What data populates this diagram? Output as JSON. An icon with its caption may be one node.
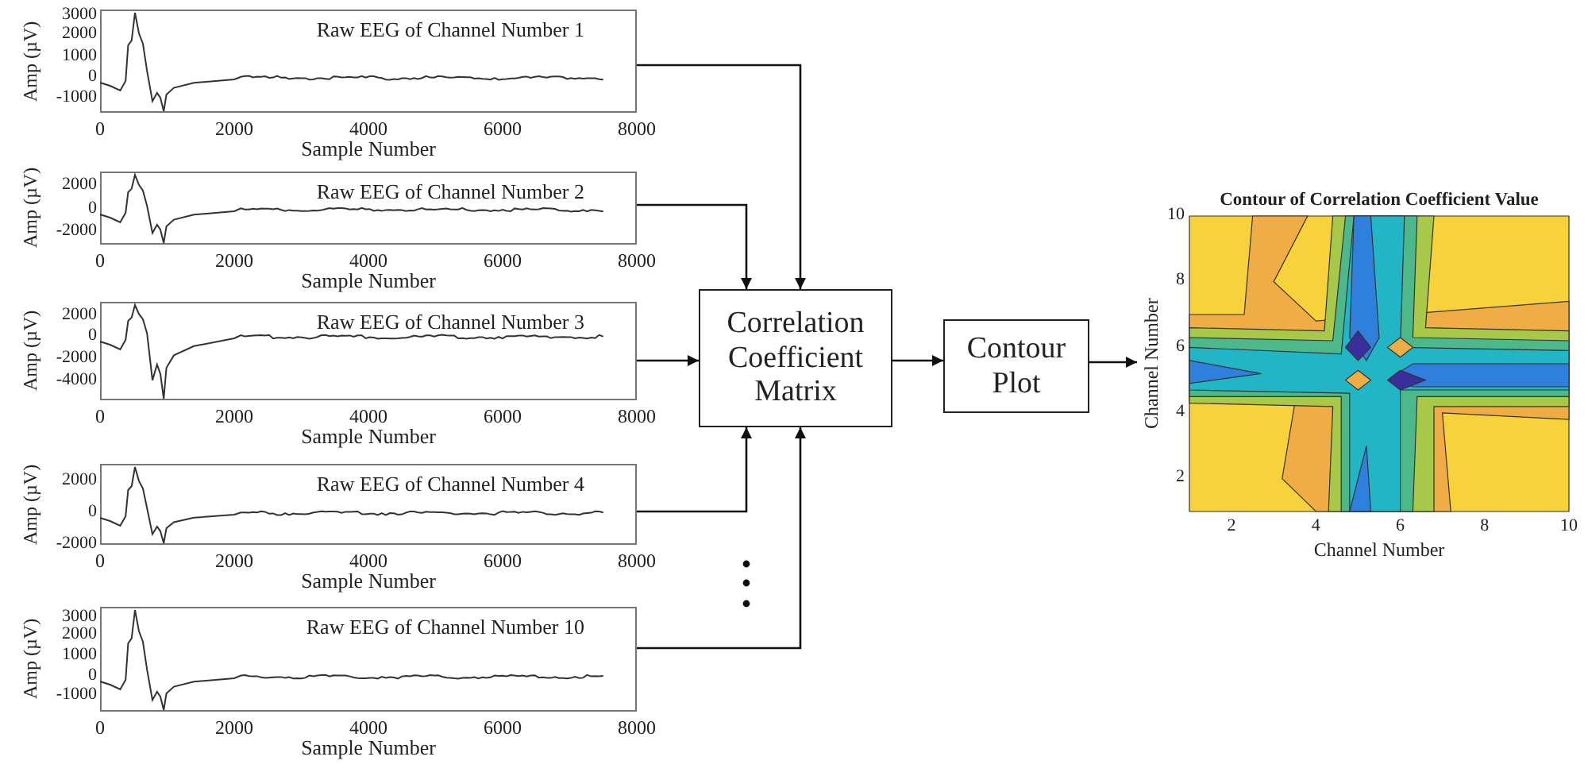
{
  "diagram": {
    "nodes": [
      {
        "text": [
          "Raw EEG of Channel Number 1"
        ],
        "beside": [
          "Amp (µV)",
          "3000",
          "2000",
          "1000",
          "0",
          "-1000",
          "0",
          "2000",
          "4000",
          "6000",
          "8000",
          "Sample Number"
        ]
      },
      {
        "text": [
          "Raw EEG of Channel Number 2"
        ],
        "beside": [
          "Amp (µV)",
          "2000",
          "0",
          "-2000",
          "0",
          "2000",
          "4000",
          "6000",
          "8000",
          "Sample Number"
        ]
      },
      {
        "text": [
          "Raw EEG of Channel Number 3"
        ],
        "beside": [
          "Amp (µV)",
          "2000",
          "0",
          "-2000",
          "-4000",
          "0",
          "2000",
          "4000",
          "6000",
          "8000",
          "Sample Number"
        ]
      },
      {
        "text": [
          "Raw EEG of Channel Number 4"
        ],
        "beside": [
          "Amp (µV)",
          "2000",
          "0",
          "-2000",
          "0",
          "2000",
          "4000",
          "6000",
          "8000",
          "Sample Number"
        ]
      },
      {
        "text": [
          "Raw EEG of Channel Number 10"
        ],
        "beside": [
          "Amp (µV)",
          "3000",
          "2000",
          "1000",
          "0",
          "-1000",
          "0",
          "2000",
          "4000",
          "6000",
          "8000",
          "Sample Number"
        ]
      },
      {
        "text": [
          "Correlation Coefficient Matrix"
        ]
      },
      {
        "text": [
          "Contour Plot"
        ]
      },
      {
        "text": [
          "Contour of Correlation Coefficient Value",
          "Channel Number",
          "10",
          "8",
          "6",
          "4",
          "2"
        ],
        "beside": [
          "2",
          "4",
          "6",
          "8",
          "10",
          "Channel Number"
        ]
      }
    ],
    "edges": [
      {
        "from": 0,
        "to": 5,
        "arrow": "to"
      },
      {
        "from": 1,
        "to": 5,
        "arrow": "to"
      },
      {
        "from": 2,
        "to": 5,
        "arrow": "to"
      },
      {
        "from": 3,
        "to": 5,
        "arrow": "to"
      },
      {
        "from": 4,
        "to": 5,
        "arrow": "to"
      },
      {
        "from": 5,
        "to": 6,
        "arrow": "to"
      },
      {
        "from": 6,
        "to": 7,
        "arrow": "to"
      }
    ]
  }
}
